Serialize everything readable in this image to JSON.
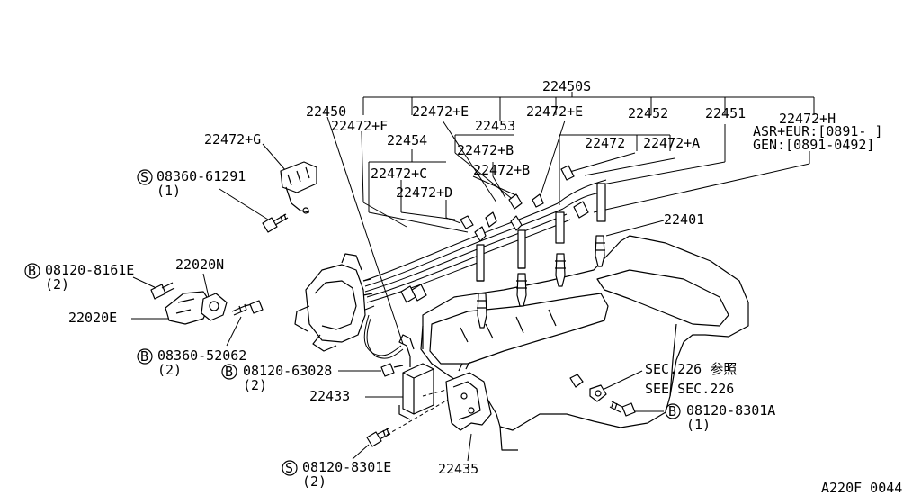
{
  "labels": {
    "kit": "22450S",
    "p22450": "22450",
    "p22472F": "22472+F",
    "p22472E1": "22472+E",
    "p22453": "22453",
    "p22472E2": "22472+E",
    "p22452": "22452",
    "p22451": "22451",
    "p22472H": "22472+H",
    "note_asr": "ASR+EUR:[0891- ]",
    "note_gen": "GEN:[0891-0492]",
    "p22454": "22454",
    "p22472B1": "22472+B",
    "p22472": "22472",
    "p22472A": "22472+A",
    "p22472B2": "22472+B",
    "p22472C": "22472+C",
    "p22472D": "22472+D",
    "p22472G": "22472+G",
    "p22401": "22401",
    "bolt_a": "08360-61291",
    "qty_a": "(1)",
    "bolt_b": "08120-8161E",
    "qty_b": "(2)",
    "p22020N": "22020N",
    "p22020E": "22020E",
    "bolt_c": "08360-52062",
    "qty_c": "(2)",
    "bolt_d": "08120-63028",
    "qty_d": "(2)",
    "p22433": "22433",
    "sec_jp": "SEC.226 参照",
    "sec_en": "SEE SEC.226",
    "bolt_e": "08120-8301A",
    "qty_e": "(1)",
    "bolt_f": "08120-8301E",
    "qty_f": "(2)",
    "p22435": "22435",
    "badge_s": "S",
    "badge_b": "B",
    "figure_code": "A220F 0044"
  }
}
